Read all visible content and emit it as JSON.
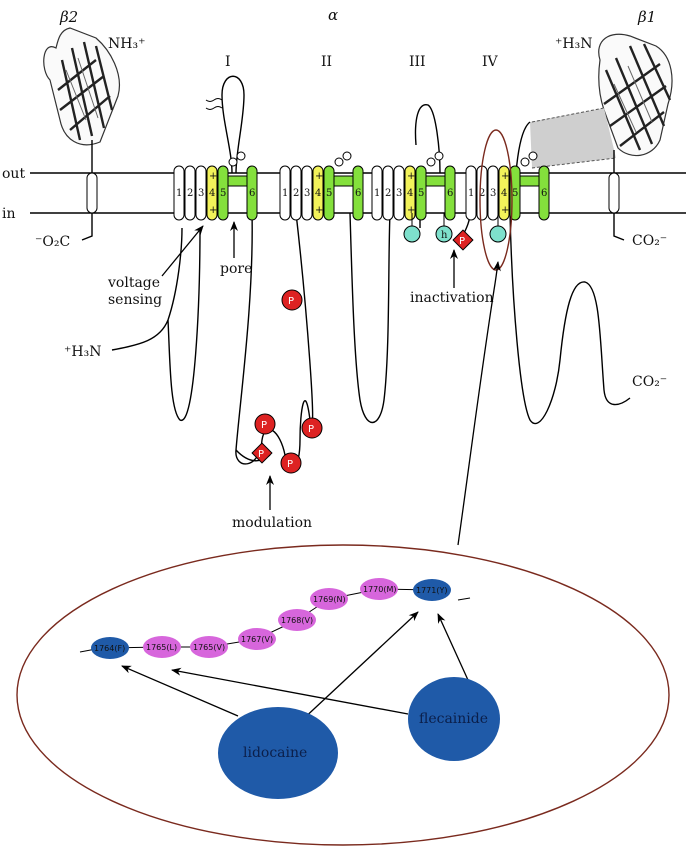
{
  "title": {
    "alpha": "α",
    "beta2": "β2",
    "beta1": "β1"
  },
  "membrane": {
    "out": "out",
    "in": "in"
  },
  "domains": [
    "I",
    "II",
    "III",
    "IV"
  ],
  "segments": [
    "1",
    "2",
    "3",
    "4",
    "5",
    "6"
  ],
  "plus_sign": "+",
  "termini": {
    "nh3": "NH₃⁺",
    "h3n_top": "⁺H₃N",
    "o2c": "⁻O₂C",
    "co2_right": "CO₂⁻",
    "h3n_left": "⁺H₃N",
    "co2_bottom": "CO₂⁻"
  },
  "labels": {
    "voltage": "voltage",
    "sensing": "sensing",
    "pore": "pore",
    "inactivation": "inactivation",
    "modulation": "modulation"
  },
  "markers": {
    "p": "P",
    "h": "h"
  },
  "residues": [
    "1764(F)",
    "1765(L)",
    "1765(V)",
    "1767(V)",
    "1768(V)",
    "1769(N)",
    "1770(M)",
    "1771(Y)"
  ],
  "drugs": {
    "lidocaine": "lidocaine",
    "flecainide": "flecainide"
  },
  "colors": {
    "yellow": "#f2f25a",
    "green": "#84e03c",
    "phospho": "#dd2222",
    "teal": "#7ee0cc",
    "magenta": "#d766dc",
    "blue": "#1f5aa8",
    "ellipse": "#7a2a1e"
  }
}
